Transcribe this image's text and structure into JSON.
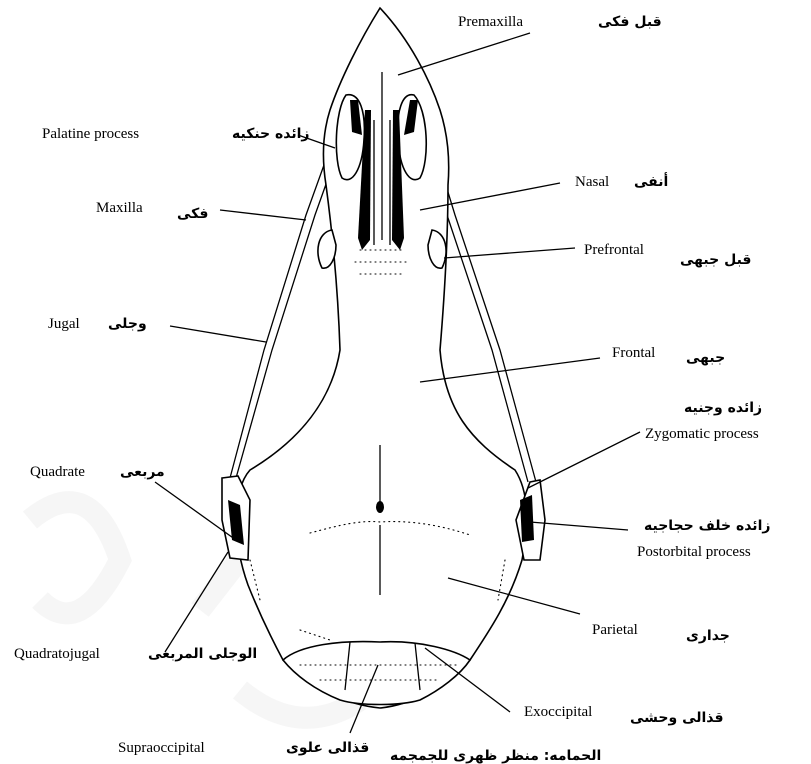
{
  "labels": {
    "premaxilla": {
      "en": "Premaxilla",
      "ar": "قبل فکی"
    },
    "palatine_process": {
      "en": "Palatine process",
      "ar": "زائده حنکیه"
    },
    "nasal": {
      "en": "Nasal",
      "ar": "أنفی"
    },
    "maxilla": {
      "en": "Maxilla",
      "ar": "فکی"
    },
    "prefrontal": {
      "en": "Prefrontal",
      "ar": "قبل جبهی"
    },
    "jugal": {
      "en": "Jugal",
      "ar": "وجلی"
    },
    "frontal": {
      "en": "Frontal",
      "ar": "جبهی"
    },
    "zygomatic_process": {
      "en": "Zygomatic process",
      "ar": "زائده وجنیه"
    },
    "quadrate": {
      "en": "Quadrate",
      "ar": "مربعی"
    },
    "postorbital_process": {
      "en": "Postorbital process",
      "ar": "زائده خلف حجاجیه"
    },
    "parietal": {
      "en": "Parietal",
      "ar": "جداری"
    },
    "quadratojugal": {
      "en": "Quadratojugal",
      "ar": "الوجلی المربعی"
    },
    "exoccipital": {
      "en": "Exoccipital",
      "ar": "قذالی وحشی"
    },
    "supraoccipital": {
      "en": "Supraoccipital",
      "ar": "قذالی علوی"
    }
  },
  "caption": "الحمامه: منظر ظهری للجمجمه",
  "colors": {
    "ink": "#000000",
    "paper": "#ffffff",
    "watermark": "#eeeeee"
  }
}
